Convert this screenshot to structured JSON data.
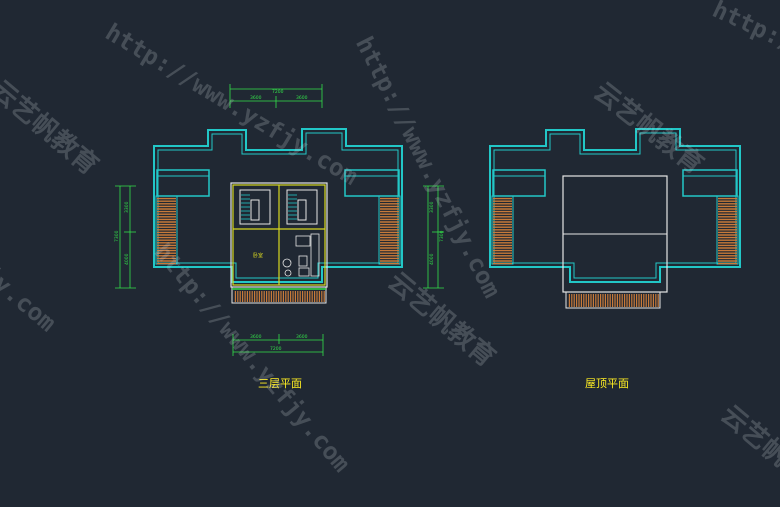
{
  "colors": {
    "background": "#202833",
    "wall": "#22c7c7",
    "dimension": "#33e04a",
    "title": "#ffee22",
    "stairs": "#d8d820",
    "stripe": "#c87a3a",
    "white": "#e6e6e6",
    "watermark": "rgba(205,212,220,0.22)"
  },
  "plans": [
    {
      "id": "third-floor",
      "title": "三层平面",
      "dims": {
        "top_total": "7200",
        "top_left": "3600",
        "top_right": "3600",
        "bottom_total": "7200",
        "bottom_left": "3600",
        "bottom_right": "3600",
        "left_total": "7300",
        "left_upper": "3300",
        "left_lower": "4000"
      },
      "room_labels": [
        "卧室"
      ]
    },
    {
      "id": "roof",
      "title": "屋顶平面",
      "dims": {
        "left_total": "7300",
        "left_upper": "3300",
        "left_lower": "4000"
      }
    }
  ],
  "watermarks": [
    "http://www.yzfjy.com",
    "云艺帆教育"
  ]
}
